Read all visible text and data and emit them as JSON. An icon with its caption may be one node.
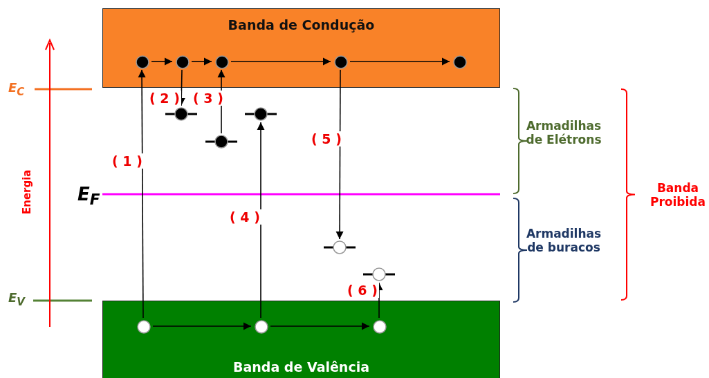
{
  "diagram": {
    "nodes": [
      {
        "text": [
          "Banda de Condução"
        ]
      },
      {
        "text": [],
        "shape": "circle",
        "in": 0
      },
      {
        "text": [],
        "shape": "circle",
        "in": 0
      },
      {
        "text": [],
        "shape": "circle",
        "in": 0
      },
      {
        "text": [],
        "shape": "circle",
        "in": 0
      },
      {
        "text": [],
        "shape": "circle",
        "in": 0
      },
      {
        "text": [],
        "shape": "circle"
      },
      {
        "text": [],
        "shape": "circle"
      },
      {
        "text": [],
        "shape": "circle"
      },
      {
        "text": [],
        "shape": "circle"
      },
      {
        "text": [],
        "shape": "circle"
      },
      {
        "text": [
          "Banda de Valência"
        ]
      },
      {
        "text": [],
        "shape": "circle",
        "in": 11
      },
      {
        "text": [],
        "shape": "circle",
        "in": 11
      },
      {
        "text": [],
        "shape": "circle",
        "in": 11
      }
    ],
    "edges": [
      {
        "from": 1,
        "to": 2,
        "arrow": "to"
      },
      {
        "from": 2,
        "to": 3,
        "arrow": "to"
      },
      {
        "from": 3,
        "to": 4,
        "arrow": "to"
      },
      {
        "from": 4,
        "to": 5,
        "arrow": "to"
      },
      {
        "from": 12,
        "to": 1,
        "arrow": "to",
        "label": "( 1 )"
      },
      {
        "from": 2,
        "to": 6,
        "arrow": "to",
        "label": "( 2 )"
      },
      {
        "from": 8,
        "to": 3,
        "arrow": "to",
        "label": "( 3 )"
      },
      {
        "from": 13,
        "to": 7,
        "arrow": "to",
        "label": "( 4 )"
      },
      {
        "from": 4,
        "to": 9,
        "arrow": "to",
        "label": "( 5 )"
      },
      {
        "from": 14,
        "to": 10,
        "arrow": "to",
        "label": "( 6 )"
      },
      {
        "from": 12,
        "to": 13,
        "arrow": "to"
      },
      {
        "from": 13,
        "to": 14,
        "arrow": "to"
      }
    ],
    "labels": [
      "E$_{C}$",
      "Energia",
      "E$_{F}$",
      "E$_{V}$",
      "Armadilhas de Elétrons",
      "Banda Proibida",
      "Armadilhas de buracos"
    ]
  }
}
